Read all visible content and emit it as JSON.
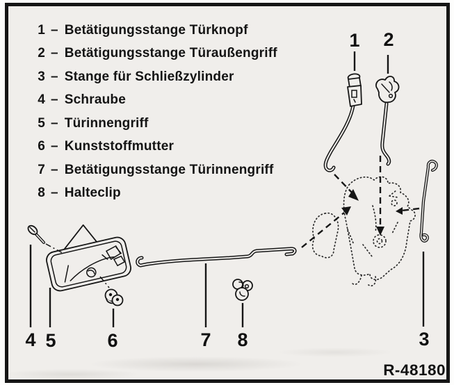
{
  "page": {
    "figure_ref": "R-48180"
  },
  "legend": {
    "items": [
      {
        "num": "1",
        "sep": "–",
        "label": "Betätigungsstange Türknopf"
      },
      {
        "num": "2",
        "sep": "–",
        "label": "Betätigungsstange Türaußengriff"
      },
      {
        "num": "3",
        "sep": "–",
        "label": "Stange für Schließzylinder"
      },
      {
        "num": "4",
        "sep": "–",
        "label": "Schraube"
      },
      {
        "num": "5",
        "sep": "–",
        "label": "Türinnengriff"
      },
      {
        "num": "6",
        "sep": "–",
        "label": "Kunststoffmutter"
      },
      {
        "num": "7",
        "sep": "–",
        "label": "Betätigungsstange Türinnengriff"
      },
      {
        "num": "8",
        "sep": "–",
        "label": "Halteclip"
      }
    ]
  },
  "callouts": {
    "n1": "1",
    "n2": "2",
    "n3": "3",
    "n4": "4",
    "n5": "5",
    "n6": "6",
    "n7": "7",
    "n8": "8"
  },
  "colors": {
    "ink": "#161616",
    "paper": "#f0eeeb"
  }
}
